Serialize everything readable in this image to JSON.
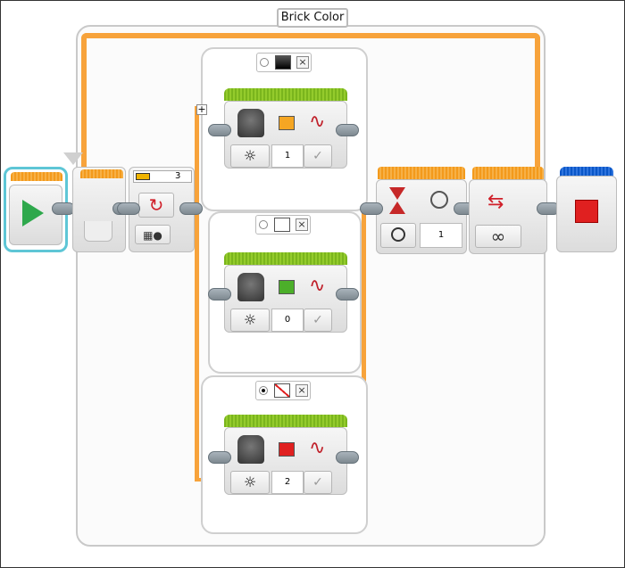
{
  "loop": {
    "label": "Brick Color",
    "count_mode_icon": "infinity-icon"
  },
  "palette": {
    "wire": "#f7a33b",
    "start_block": "#2ea84c",
    "stop_block": "#e02020",
    "action_green": "#7ab51d",
    "flow_orange": "#f39a1c"
  },
  "switch_block": {
    "input_value": "3",
    "mode_icon": "brick-buttons-icon",
    "cases": [
      {
        "is_default": false,
        "swatch_color": "#000000",
        "color_name": "black",
        "light_value": "1",
        "light_swatch": "#f5a623"
      },
      {
        "is_default": false,
        "swatch_color": "#ffffff",
        "color_name": "white",
        "light_value": "0",
        "light_swatch": "#4caf2a"
      },
      {
        "is_default": true,
        "swatch_color": "none",
        "color_name": "no-color",
        "light_value": "2",
        "light_swatch": "#e02020"
      }
    ]
  },
  "wait_block": {
    "value": "1"
  },
  "controls": {
    "case_close": "×",
    "add_case": "+"
  }
}
